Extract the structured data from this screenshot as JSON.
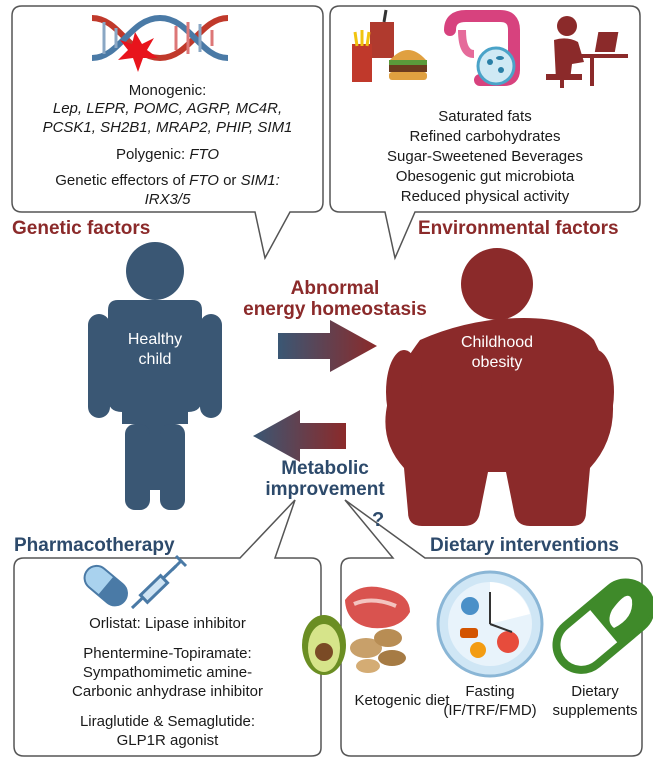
{
  "genetic": {
    "title": "Genetic factors",
    "monogenic_label": "Monogenic:",
    "monogenic_genes_1": "Lep, LEPR, POMC, AGRP, MC4R,",
    "monogenic_genes_2": "PCSK1, SH2B1, MRAP2, PHIP, SIM1",
    "polygenic_label": "Polygenic: ",
    "polygenic_gene": "FTO",
    "effectors_1a": "Genetic effectors of ",
    "effectors_1b": "FTO",
    "effectors_1c": " or ",
    "effectors_1d": "SIM1:",
    "effectors_2": "IRX3/5"
  },
  "environmental": {
    "title": "Environmental factors",
    "items": [
      "Saturated fats",
      "Refined carbohydrates",
      "Sugar-Sweetened Beverages",
      "Obesogenic gut microbiota",
      "Reduced physical activity"
    ]
  },
  "center": {
    "top_1": "Abnormal",
    "top_2": "energy homeostasis",
    "bottom_1": "Metabolic",
    "bottom_2": "improvement",
    "question": "?"
  },
  "figures": {
    "healthy_1": "Healthy",
    "healthy_2": "child",
    "obese_1": "Childhood",
    "obese_2": "obesity"
  },
  "pharma": {
    "title": "Pharmacotherapy",
    "orlistat": "Orlistat: Lipase inhibitor",
    "phen_1": "Phentermine-Topiramate:",
    "phen_2": "Sympathomimetic amine-",
    "phen_3": "Carbonic anhydrase inhibitor",
    "lira_1": "Liraglutide & Semaglutide:",
    "lira_2": "GLP1R agonist"
  },
  "dietary": {
    "title": "Dietary interventions",
    "keto": "Ketogenic diet",
    "fasting_1": "Fasting",
    "fasting_2": "(IF/TRF/FMD)",
    "supp_1": "Dietary",
    "supp_2": "supplements"
  },
  "colors": {
    "maroon": "#8b2a2a",
    "navy": "#3a5774",
    "border": "#555555"
  }
}
